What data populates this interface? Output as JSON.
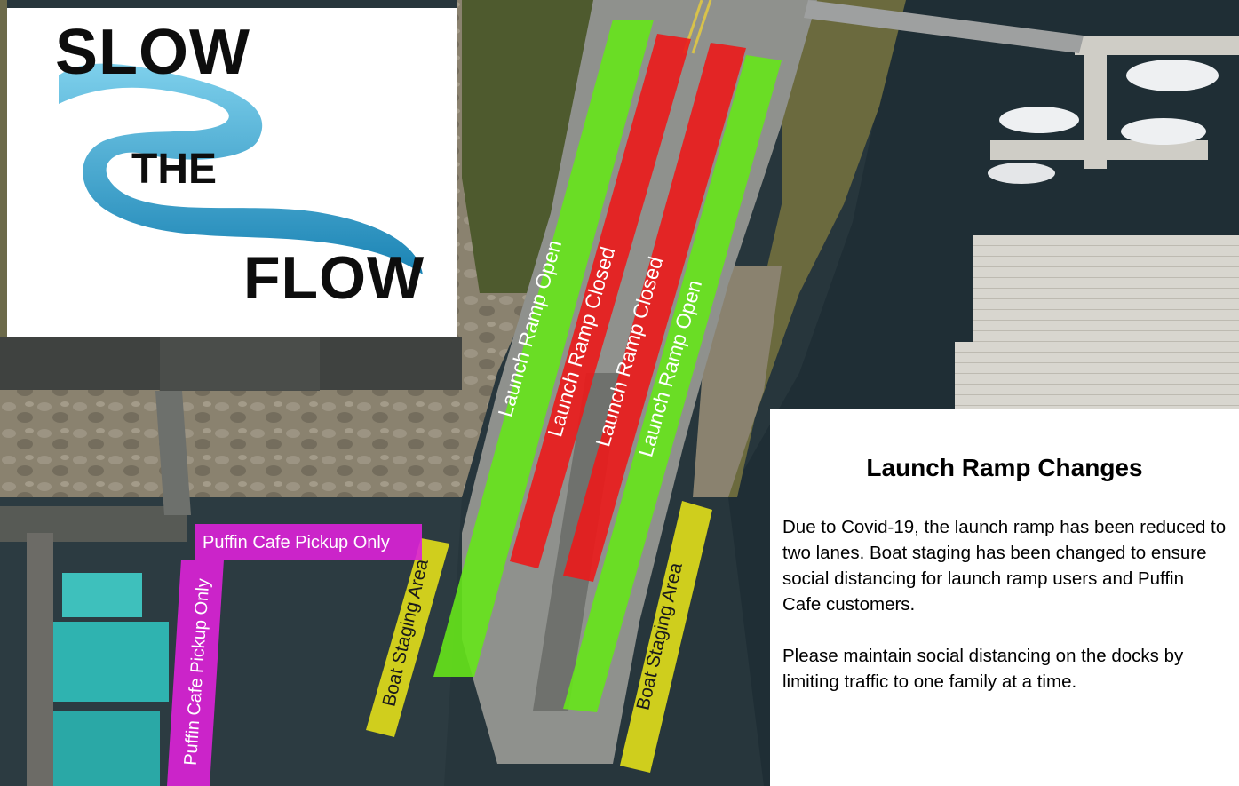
{
  "logo": {
    "line1": "SLOW",
    "line2": "THE",
    "line3": "FLOW"
  },
  "lanes": [
    {
      "label": "Launch Ramp Open",
      "status": "open",
      "color": "#66e619"
    },
    {
      "label": "Launch Ramp Closed",
      "status": "closed",
      "color": "#ec1a1a"
    },
    {
      "label": "Launch Ramp Closed",
      "status": "closed",
      "color": "#ec1a1a"
    },
    {
      "label": "Launch Ramp Open",
      "status": "open",
      "color": "#66e619"
    }
  ],
  "staging_areas": [
    {
      "label": "Boat Staging Area",
      "color": "#e2df1a"
    },
    {
      "label": "Boat Staging Area",
      "color": "#e2df1a"
    }
  ],
  "pickup_zone": {
    "label_horizontal": "Puffin Cafe Pickup Only",
    "label_vertical": "Puffin Cafe Pickup Only",
    "color": "#dd22d8"
  },
  "info": {
    "title": "Launch Ramp Changes",
    "paragraph1": "Due to Covid-19, the launch ramp has been reduced to two lanes.  Boat staging has been changed to ensure social distancing for launch ramp users and Puffin Cafe customers.",
    "paragraph2": "Please maintain social distancing on the docks by limiting traffic to one family at a time."
  }
}
